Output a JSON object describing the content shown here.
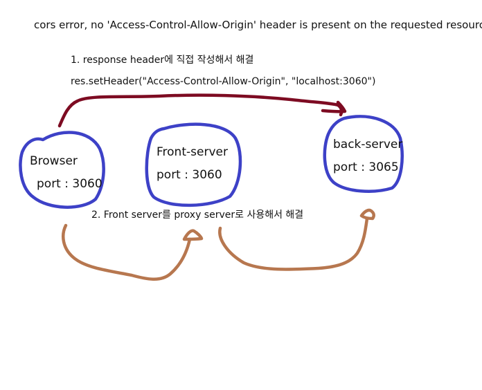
{
  "title": "cors error, no 'Access-Control-Allow-Origin' header is present on the requested resource",
  "solution1": {
    "label": "1. response header에 직접 작성해서 해결",
    "code": "res.setHeader(\"Access-Control-Allow-Origin\", \"localhost:3060\")"
  },
  "solution2": {
    "label": "2. Front server를 proxy server로 사용해서 해결"
  },
  "nodes": {
    "browser": {
      "name": "Browser",
      "port": "port : 3060"
    },
    "front": {
      "name": "Front-server",
      "port": "port : 3060"
    },
    "back": {
      "name": "back-server",
      "port": "port : 3065"
    }
  },
  "colors": {
    "node_outline": "#3d41c7",
    "arrow_direct": "#7d0b22",
    "arrow_proxy": "#b7774f",
    "text": "#111111"
  }
}
